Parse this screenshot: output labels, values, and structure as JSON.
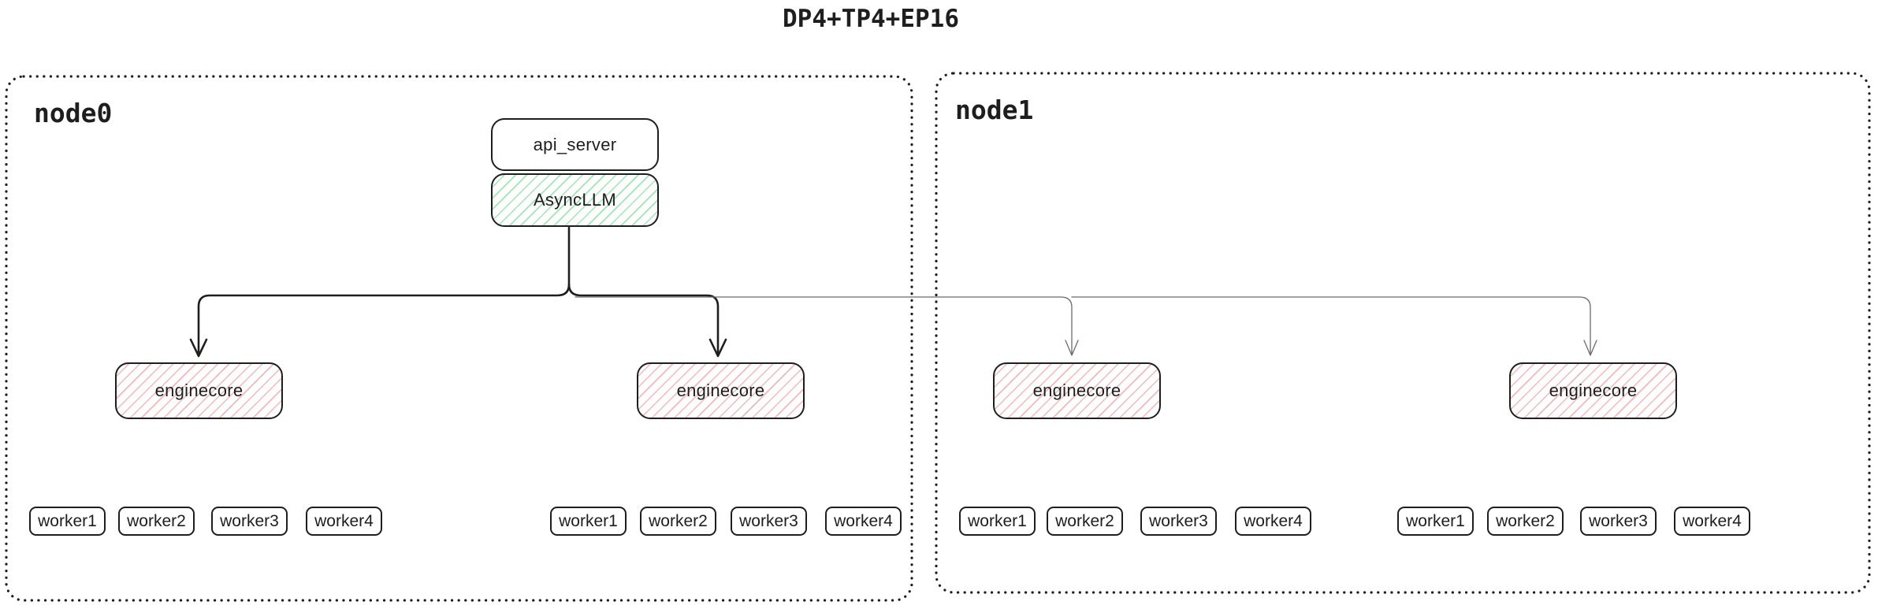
{
  "title": "DP4+TP4+EP16",
  "colors": {
    "stroke": "#1e1e1e",
    "green_hatch": "#9fe6b0",
    "red_hatch": "#f3b9b6",
    "thin_connector": "#6b6b6b",
    "background": "#ffffff"
  },
  "node0": {
    "label": "node0",
    "api_server_label": "api_server",
    "asyncllm_label": "AsyncLLM",
    "enginecore_labels": [
      "enginecore",
      "enginecore"
    ],
    "worker_groups": [
      [
        "worker1",
        "worker2",
        "worker3",
        "worker4"
      ],
      [
        "worker1",
        "worker2",
        "worker3",
        "worker4"
      ]
    ]
  },
  "node1": {
    "label": "node1",
    "enginecore_labels": [
      "enginecore",
      "enginecore"
    ],
    "worker_groups": [
      [
        "worker1",
        "worker2",
        "worker3",
        "worker4"
      ],
      [
        "worker1",
        "worker2",
        "worker3",
        "worker4"
      ]
    ]
  }
}
